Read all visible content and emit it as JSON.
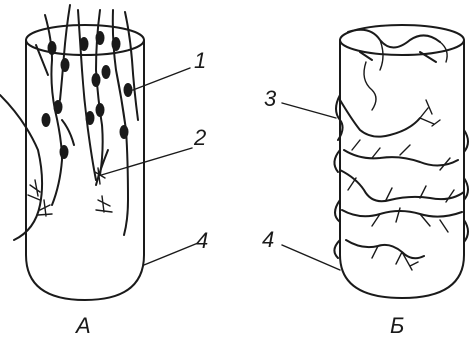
{
  "figure": {
    "panel_a_label": "А",
    "panel_b_label": "Б",
    "callouts": [
      "1",
      "2",
      "3",
      "4",
      "4"
    ]
  }
}
